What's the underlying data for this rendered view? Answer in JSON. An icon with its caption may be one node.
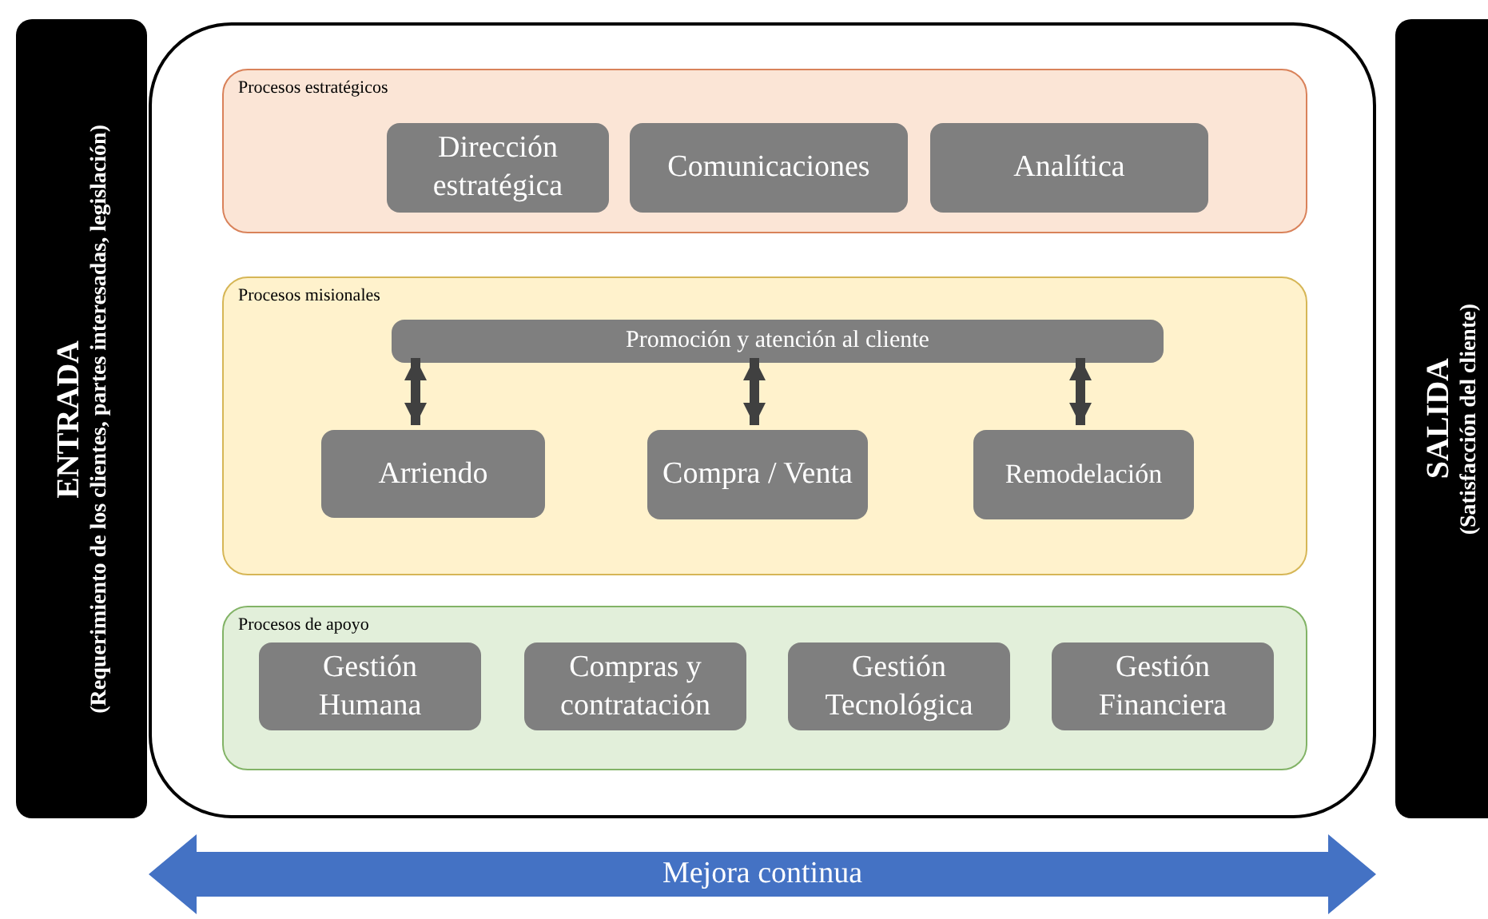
{
  "diagram": {
    "nodes": [
      {
        "text": [
          "ENTRADA",
          "(Requerimiento de los clientes, partes interesadas, legislación)"
        ]
      },
      {
        "text": [],
        "shape": "box"
      },
      {
        "text": [
          "Procesos estratégicos"
        ],
        "in": 1
      },
      {
        "text": [
          "Dirección estratégica"
        ],
        "in": 2
      },
      {
        "text": [
          "Comunicaciones"
        ],
        "in": 2
      },
      {
        "text": [
          "Analítica"
        ],
        "in": 2
      },
      {
        "text": [
          "Procesos misionales"
        ],
        "in": 1
      },
      {
        "text": [
          "Promoción y atención al cliente"
        ],
        "in": 6
      },
      {
        "text": [
          "Arriendo"
        ],
        "in": 6
      },
      {
        "text": [
          "Compra / Venta"
        ],
        "in": 6
      },
      {
        "text": [
          "Remodelación"
        ],
        "in": 6
      },
      {
        "text": [
          "Procesos de apoyo"
        ],
        "in": 1
      },
      {
        "text": [
          "Gestión Humana"
        ],
        "in": 11
      },
      {
        "text": [
          "Compras y contratación"
        ],
        "in": 11
      },
      {
        "text": [
          "Gestión Tecnológica"
        ],
        "in": 11
      },
      {
        "text": [
          "Gestión Financiera"
        ],
        "in": 11
      },
      {
        "text": [
          "SALIDA",
          "(Satisfacción del cliente)"
        ]
      },
      {
        "text": [
          "Mejora continua"
        ]
      }
    ],
    "edges": [
      {
        "from": 7,
        "to": 8,
        "arrow": "both"
      },
      {
        "from": 7,
        "to": 9,
        "arrow": "both"
      },
      {
        "from": 7,
        "to": 10,
        "arrow": "both"
      }
    ]
  }
}
